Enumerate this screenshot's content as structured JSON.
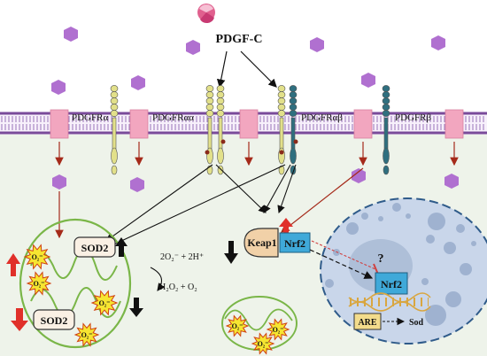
{
  "ligand": {
    "label": "PDGF-C"
  },
  "receptors": [
    {
      "label": "PDGFRα"
    },
    {
      "label": "PDGFRαα"
    },
    {
      "label": "PDGFRαβ"
    },
    {
      "label": "PDGFRβ"
    }
  ],
  "mitochondria": {
    "sod2_up": "SOD2",
    "sod2_down": "SOD2",
    "ros_label": "O₂⁻",
    "reaction_left": "2O₂⁻ + 2H⁺",
    "reaction_right": "H₂O₂ + O₂"
  },
  "cytoplasm": {
    "keap1": "Keap1",
    "nrf2": "Nrf2"
  },
  "nucleus": {
    "question": "?",
    "nrf2": "Nrf2",
    "are": "ARE",
    "sod": "Sod"
  },
  "colors": {
    "membrane": "#7a4b9a",
    "cytoplasm": "#eef3ea",
    "channel": "#f2a6bf",
    "alpha_receptor": "#e2e08a",
    "beta_receptor": "#2f6f7f",
    "ligand": "#b070d0",
    "mitochondria": "#7ab648",
    "nucleus": "#c9d6ea",
    "keap1": "#f1d1a8",
    "nrf2": "#3fa9d9",
    "up_arrow": "#e0302a",
    "ros_burst": "#f6e531"
  }
}
